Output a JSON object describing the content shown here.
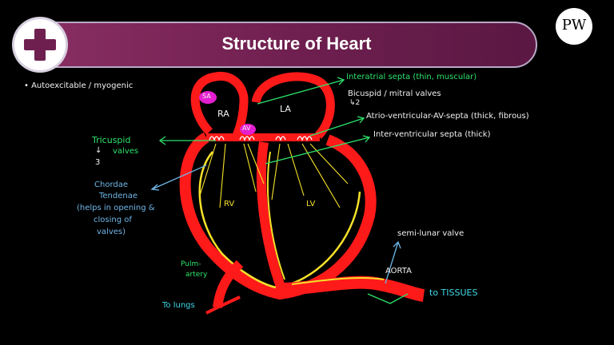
{
  "header": {
    "title": "Structure of Heart",
    "logo_text": "PW"
  },
  "notes": {
    "autoexcitable": "• Autoexcitable / myogenic"
  },
  "chambers": {
    "ra": "RA",
    "la": "LA",
    "rv": "RV",
    "lv": "LV",
    "sa": "SA",
    "av": "AV"
  },
  "labels": {
    "interatrial": "Interatrial septa (thin, muscular)",
    "bicuspid": "Bicuspid / mitral valves",
    "bicuspid_num": "↳2",
    "atrio_ventricular": "Atrio-ventricular-AV-septa (thick, fibrous)",
    "interventricular": "Inter-ventricular septa (thick)",
    "tricuspid": "Tricuspid",
    "tricuspid_valves": "valves",
    "tricuspid_arrow": "↓",
    "tricuspid_num": "3",
    "chordae_line1": "Chordae",
    "chordae_line2": "Tendenae",
    "chordae_line3": "(helps in opening &",
    "chordae_line4": "closing of",
    "chordae_line5": "valves)",
    "semilunar": "semi-lunar valve",
    "aorta": "AORTA",
    "to_tissues": "to TISSUES",
    "pulm_line1": "Pulm-",
    "pulm_line2": "artery",
    "to_lungs": "To lungs"
  },
  "colors": {
    "heart": "#ff1a1a",
    "valve": "#f5e12a",
    "green": "#2de36a",
    "blue": "#6fb7e8",
    "title_bg": "#6e1f4f"
  }
}
